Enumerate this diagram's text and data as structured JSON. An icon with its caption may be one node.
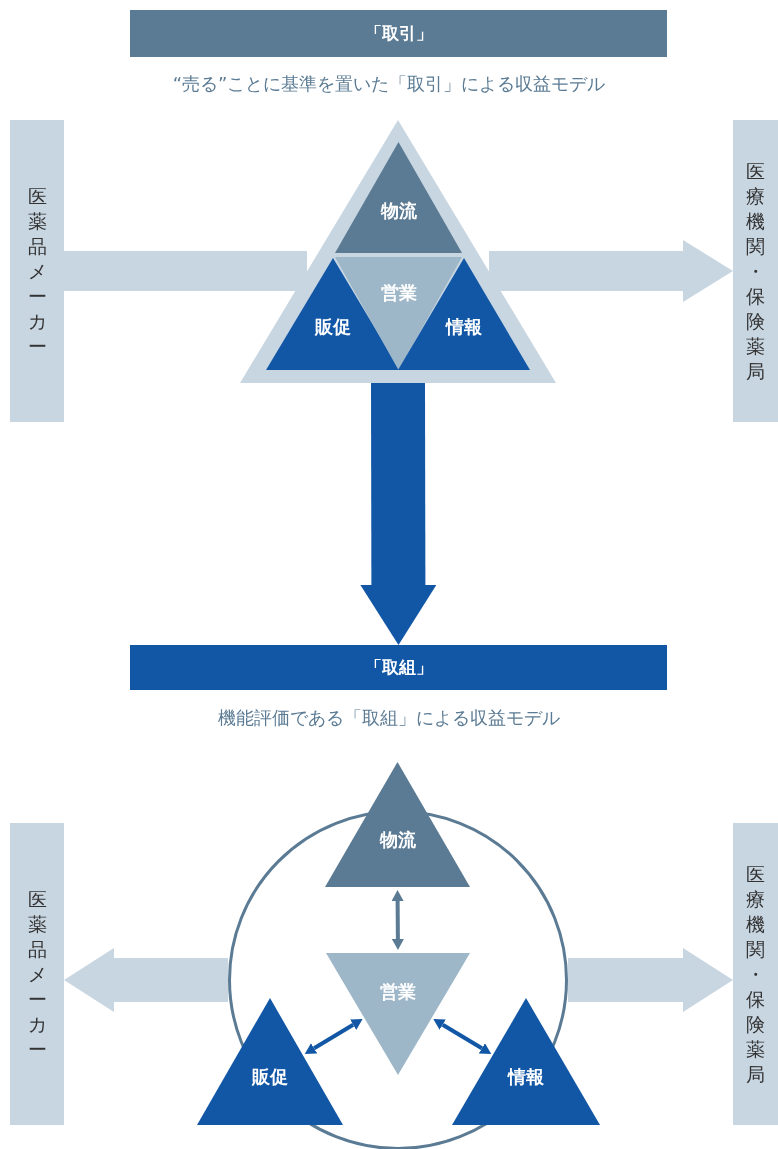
{
  "diagram": {
    "nodes": [
      {
        "text": [
          "「取引」"
        ]
      },
      {
        "text": [
          "医薬品メーカー"
        ]
      },
      {
        "text": [
          "医療機関・保険薬局"
        ]
      },
      {
        "text": [],
        "shape": "triangle"
      },
      {
        "text": [
          "物流"
        ],
        "in": 3
      },
      {
        "text": [
          "販促"
        ],
        "in": 3
      },
      {
        "text": [
          "営業"
        ],
        "in": 3
      },
      {
        "text": [
          "情報"
        ],
        "in": 3
      },
      {
        "text": [
          "「取組」"
        ]
      },
      {
        "text": [
          "医薬品メーカー"
        ]
      },
      {
        "text": [
          "医療機関・保険薬局"
        ]
      },
      {
        "text": [],
        "shape": "circle"
      },
      {
        "text": [
          "物流"
        ]
      },
      {
        "text": [
          "営業"
        ],
        "in": 11
      },
      {
        "text": [
          "販促"
        ]
      },
      {
        "text": [
          "情報"
        ]
      }
    ],
    "edges": [
      {
        "from": 1,
        "to": 3,
        "arrow": "none"
      },
      {
        "from": 3,
        "to": 2,
        "arrow": "to"
      },
      {
        "from": 3,
        "to": 8,
        "arrow": "to",
        "color": "#1257a6"
      },
      {
        "from": 11,
        "to": 9,
        "arrow": "to"
      },
      {
        "from": 11,
        "to": 10,
        "arrow": "to"
      },
      {
        "from": 12,
        "to": 13,
        "arrow": "both",
        "color": "#5b7b94"
      },
      {
        "from": 14,
        "to": 13,
        "arrow": "both",
        "color": "#1257a6"
      },
      {
        "from": 15,
        "to": 13,
        "arrow": "both",
        "color": "#1257a6"
      }
    ],
    "labels": [
      "“売る”ことに基準を置いた「取引」による収益モデル",
      "機能評価である「取組」による収益モデル"
    ]
  }
}
